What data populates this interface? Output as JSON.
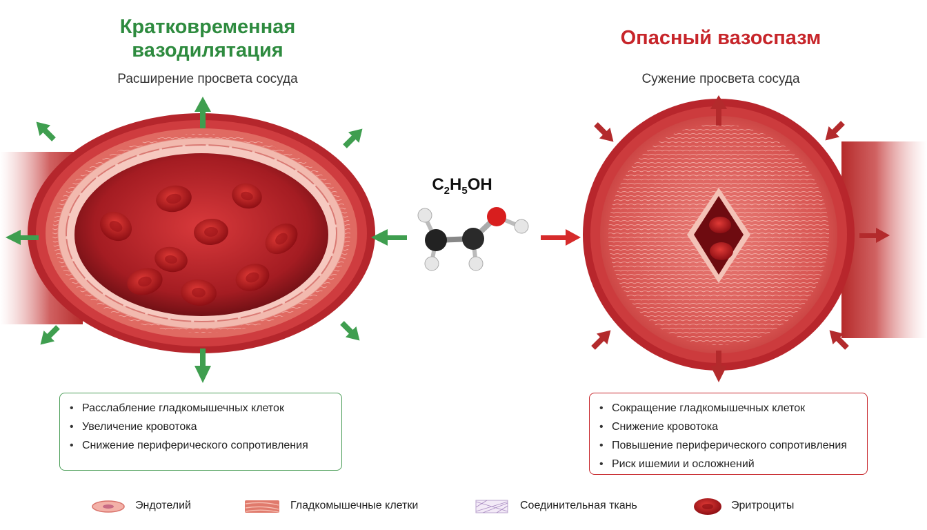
{
  "left": {
    "title_line1": "Кратковременная",
    "title_line2": "вазодилятация",
    "subtitle": "Расширение просвета сосуда",
    "effects": [
      "Расслабление гладкомышечных клеток",
      "Увеличение кровотока",
      "Снижение периферического сопротивления"
    ],
    "color": "#2e8b3f"
  },
  "right": {
    "title": "Опасный вазоспазм",
    "subtitle": "Сужение просвета сосуда",
    "effects": [
      "Сокращение гладкомышечных клеток",
      "Снижение кровотока",
      "Повышение периферического сопротивления",
      "Риск ишемии и осложнений"
    ],
    "color": "#c7252a"
  },
  "molecule": {
    "formula_c": "C",
    "formula_c_sub": "2",
    "formula_h": "H",
    "formula_h_sub": "5",
    "formula_oh": "OH"
  },
  "legend": [
    {
      "label": "Эндотелий",
      "icon": "endothelium-icon"
    },
    {
      "label": "Гладкомышечные клетки",
      "icon": "smooth-muscle-icon"
    },
    {
      "label": "Соединительная ткань",
      "icon": "connective-tissue-icon"
    },
    {
      "label": "Эритроциты",
      "icon": "erythrocyte-icon"
    }
  ]
}
